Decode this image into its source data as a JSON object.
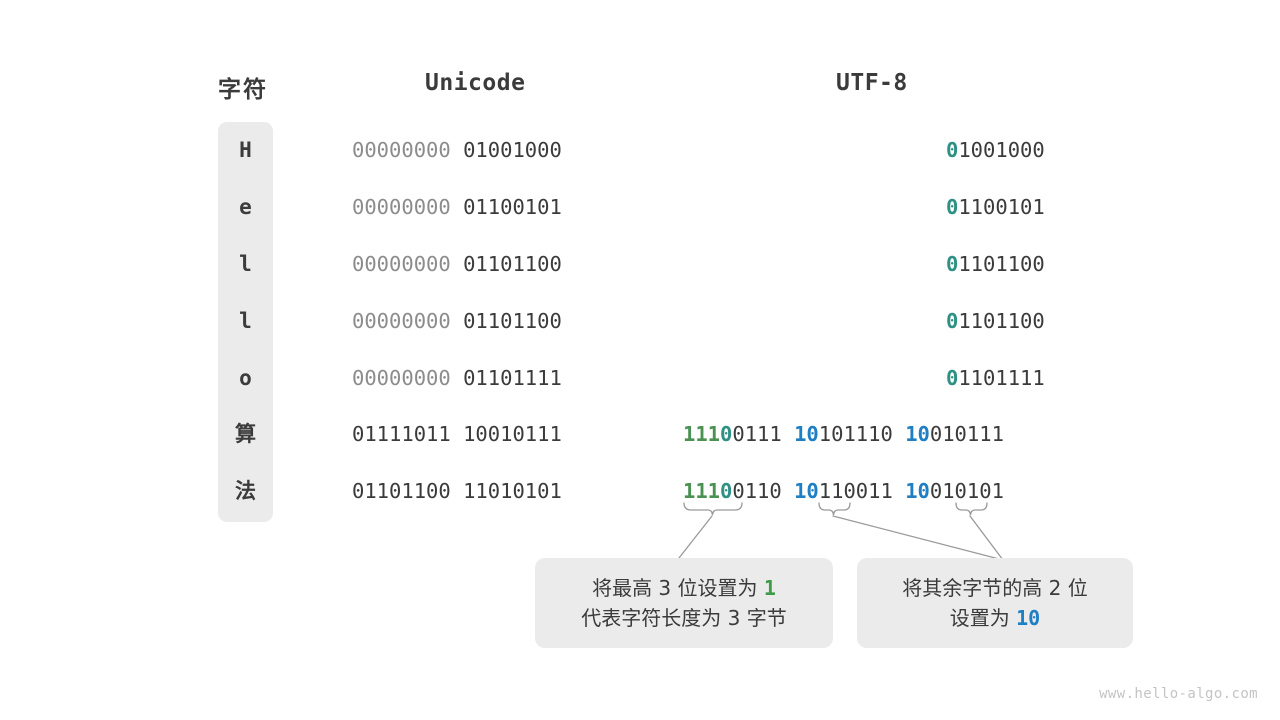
{
  "headers": {
    "char": "字符",
    "unicode": "Unicode",
    "utf8": "UTF-8"
  },
  "colors": {
    "text": "#3b3b3b",
    "dim": "#8c8c8c",
    "teal": "#2e9184",
    "green": "#4a9152",
    "blue": "#1f7fc4",
    "panel": "#ebebeb",
    "background": "#ffffff",
    "watermark": "#c4c4c4"
  },
  "rows": [
    {
      "char": "H",
      "unicode": {
        "high": "00000000",
        "low": "01001000"
      },
      "utf8": {
        "type": "1byte",
        "marker": "0",
        "rest": "1001000"
      }
    },
    {
      "char": "e",
      "unicode": {
        "high": "00000000",
        "low": "01100101"
      },
      "utf8": {
        "type": "1byte",
        "marker": "0",
        "rest": "1100101"
      }
    },
    {
      "char": "l",
      "unicode": {
        "high": "00000000",
        "low": "01101100"
      },
      "utf8": {
        "type": "1byte",
        "marker": "0",
        "rest": "1101100"
      }
    },
    {
      "char": "l",
      "unicode": {
        "high": "00000000",
        "low": "01101100"
      },
      "utf8": {
        "type": "1byte",
        "marker": "0",
        "rest": "1101100"
      }
    },
    {
      "char": "o",
      "unicode": {
        "high": "00000000",
        "low": "01101111"
      },
      "utf8": {
        "type": "1byte",
        "marker": "0",
        "rest": "1101111"
      }
    },
    {
      "char": "算",
      "unicode": {
        "high": "01111011",
        "low": "10010111"
      },
      "utf8": {
        "type": "3byte",
        "b1_ones": "111",
        "b1_zero": "0",
        "b1_rest": "0111",
        "b2_marker": "10",
        "b2_rest": "101110",
        "b3_marker": "10",
        "b3_rest": "010111"
      }
    },
    {
      "char": "法",
      "unicode": {
        "high": "01101100",
        "low": "11010101"
      },
      "utf8": {
        "type": "3byte",
        "b1_ones": "111",
        "b1_zero": "0",
        "b1_rest": "0110",
        "b2_marker": "10",
        "b2_rest": "110011",
        "b3_marker": "10",
        "b3_rest": "010101"
      }
    }
  ],
  "callouts": {
    "left": {
      "line1_a": "将最高 3 位设置为 ",
      "line1_em": "1",
      "line2": "代表字符长度为 3 字节"
    },
    "right": {
      "line1": "将其余字节的高 2 位",
      "line2_a": "设置为 ",
      "line2_em": "10"
    }
  },
  "watermark": "www.hello-algo.com"
}
